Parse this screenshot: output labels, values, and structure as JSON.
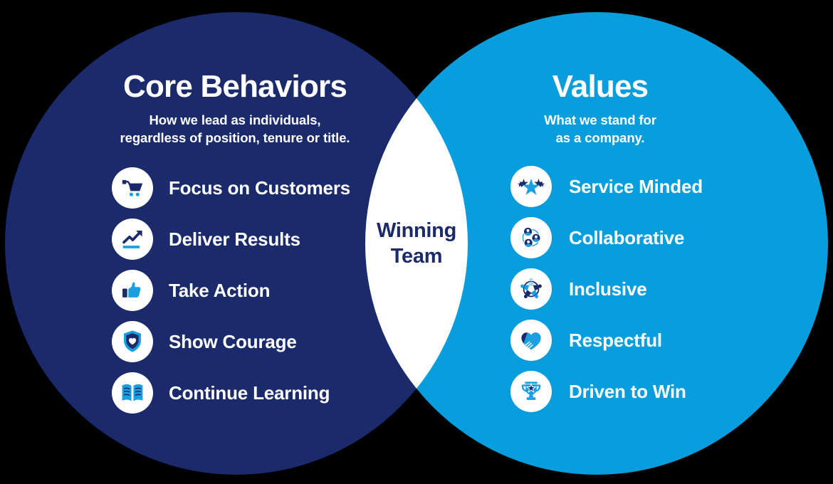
{
  "colors": {
    "navy": "#1b2a6b",
    "bright_blue": "#089ddc",
    "icon_cyan": "#1a9fe0",
    "pale_blue": "#a9d6f2",
    "white": "#ffffff",
    "background": "#000000"
  },
  "left_circle": {
    "title": "Core Behaviors",
    "subtitle_line1": "How we lead as individuals,",
    "subtitle_line2": "regardless of position, tenure or title.",
    "items": [
      {
        "label": "Focus on Customers",
        "icon": "shopping-cart-icon"
      },
      {
        "label": "Deliver Results",
        "icon": "chart-up-icon"
      },
      {
        "label": "Take Action",
        "icon": "thumbs-up-icon"
      },
      {
        "label": "Show Courage",
        "icon": "shield-heart-icon"
      },
      {
        "label": "Continue Learning",
        "icon": "open-book-icon"
      }
    ]
  },
  "right_circle": {
    "title": "Values",
    "subtitle_line1": "What we stand for",
    "subtitle_line2": "as a company.",
    "items": [
      {
        "label": "Service Minded",
        "icon": "stars-icon"
      },
      {
        "label": "Collaborative",
        "icon": "network-people-icon"
      },
      {
        "label": "Inclusive",
        "icon": "people-circle-icon"
      },
      {
        "label": "Respectful",
        "icon": "heart-handshake-icon"
      },
      {
        "label": "Driven to Win",
        "icon": "trophy-icon"
      }
    ]
  },
  "overlap": {
    "label_line1": "Winning",
    "label_line2": "Team"
  }
}
